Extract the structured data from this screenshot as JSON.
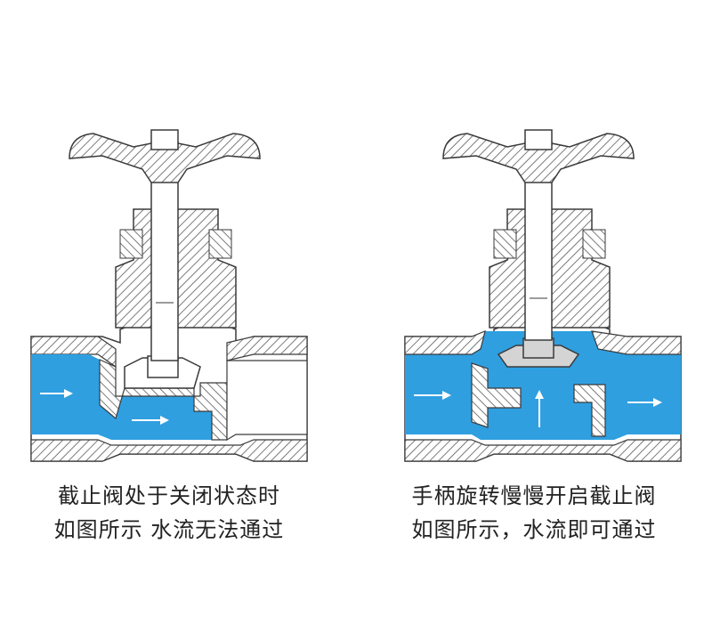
{
  "colors": {
    "water": "#2f9fe0",
    "hatch": "#5a5a5a",
    "outline": "#3a3a3a",
    "arrow": "#ffffff",
    "disc": "#d4d4d4"
  },
  "panels": [
    {
      "state": "closed",
      "flow_arrows": [
        "arrow-right",
        "arrow-right"
      ],
      "caption_line1": "截止阀处于关闭状态时",
      "caption_line2": "如图所示 水流无法通过"
    },
    {
      "state": "open",
      "flow_arrows": [
        "arrow-right",
        "arrow-up",
        "arrow-right"
      ],
      "caption_line1": "手柄旋转慢慢开启截止阀",
      "caption_line2": "如图所示，水流即可通过"
    }
  ]
}
